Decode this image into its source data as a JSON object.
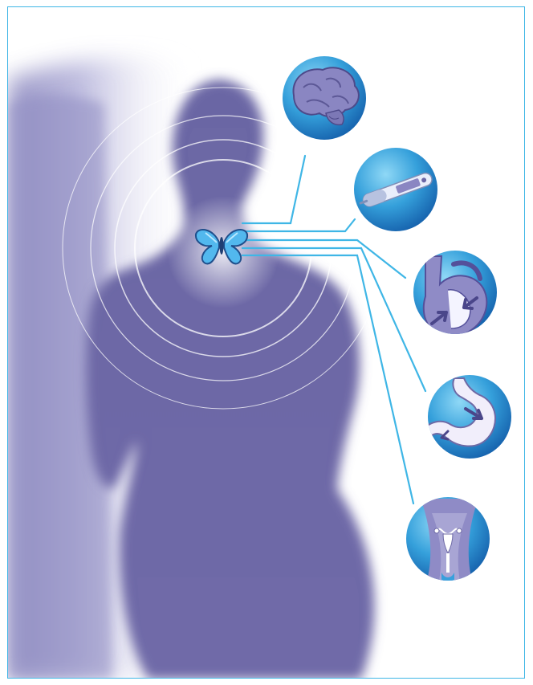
{
  "diagram": {
    "center": {
      "icon": "butterfly-icon",
      "meaning": "thyroid gland"
    },
    "organs": [
      {
        "id": "brain",
        "icon": "brain-icon"
      },
      {
        "id": "thermometer",
        "icon": "thermometer-icon"
      },
      {
        "id": "heart",
        "icon": "heart-icon"
      },
      {
        "id": "stomach",
        "icon": "stomach-icon"
      },
      {
        "id": "uterus",
        "icon": "uterus-icon"
      }
    ]
  },
  "colors": {
    "frame": "#3fb6e6",
    "connector": "#3fb6e6",
    "silhouette": "#6e6aa6",
    "circle_fill": "#3aa3dc",
    "circle_dark": "#1e6fb8"
  }
}
